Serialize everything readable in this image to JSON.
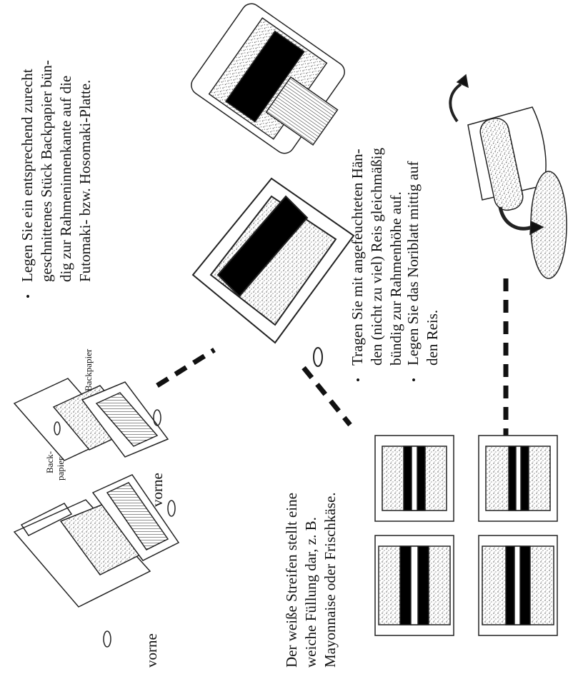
{
  "left": {
    "vorne_a": "vorne",
    "vorne_b": "vorne",
    "back_label_line1": "Back-",
    "back_label_line2": "papier",
    "backpapier_label": "Backpapier",
    "filling_text": [
      "Der weiße Streifen stellt eine",
      "weiche Füllung dar, z. B.",
      "Mayonnaise oder Frischkäse."
    ]
  },
  "right": {
    "bullet_char": "•",
    "instruction1": [
      "Legen Sie ein entsprechend zurecht",
      "geschnittenes Stück Backpapier bün-",
      "dig zur Rahmeninnenkante auf die",
      "Futomaki- bzw. Hosomaki-Platte."
    ],
    "instruction2": [
      "Tragen Sie mit angefeuchteten Hän-",
      "den (nicht zu viel) Reis gleichmäßig",
      "bündig zur Rahmenhöhe auf."
    ],
    "instruction3": [
      "Legen Sie das Noriblatt mittig auf",
      "den Reis."
    ]
  }
}
